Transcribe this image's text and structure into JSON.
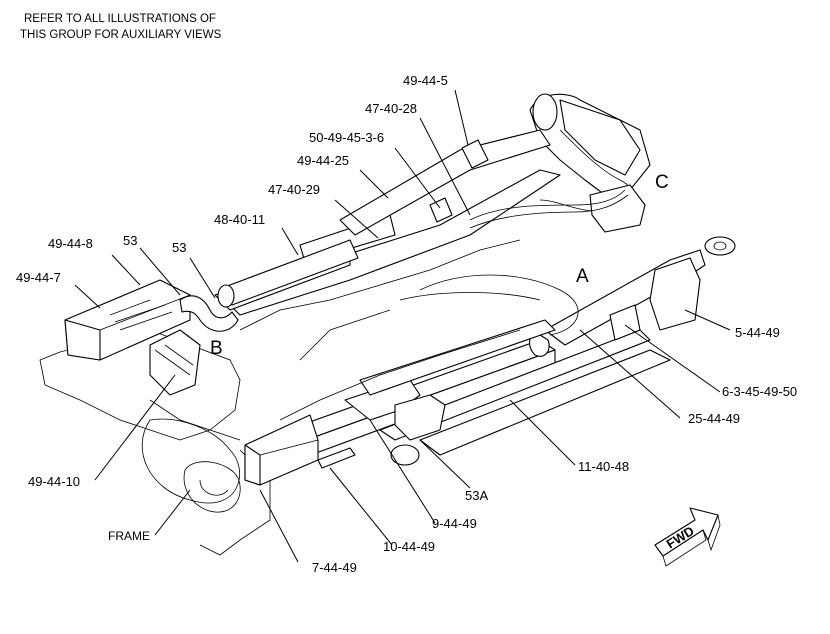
{
  "header": {
    "line1": "REFER TO ALL ILLUSTRATIONS OF",
    "line2": "THIS GROUP FOR AUXILIARY VIEWS"
  },
  "view_letters": {
    "a": "A",
    "b": "B",
    "c": "C"
  },
  "frame_label": "FRAME",
  "fwd_label": "FWD",
  "callouts": {
    "c_49_44_5": "49-44-5",
    "c_47_40_28": "47-40-28",
    "c_50_49_45_3_6": "50-49-45-3-6",
    "c_49_44_25": "49-44-25",
    "c_47_40_29": "47-40-29",
    "c_48_40_11": "48-40-11",
    "c_49_44_8": "49-44-8",
    "c_53_a": "53",
    "c_53_b": "53",
    "c_49_44_7": "49-44-7",
    "c_5_44_49": "5-44-49",
    "c_6_3_45_49_50": "6-3-45-49-50",
    "c_25_44_49": "25-44-49",
    "c_11_40_48": "11-40-48",
    "c_53A": "53A",
    "c_9_44_49": "9-44-49",
    "c_10_44_49": "10-44-49",
    "c_7_44_49": "7-44-49",
    "c_49_44_10": "49-44-10"
  }
}
